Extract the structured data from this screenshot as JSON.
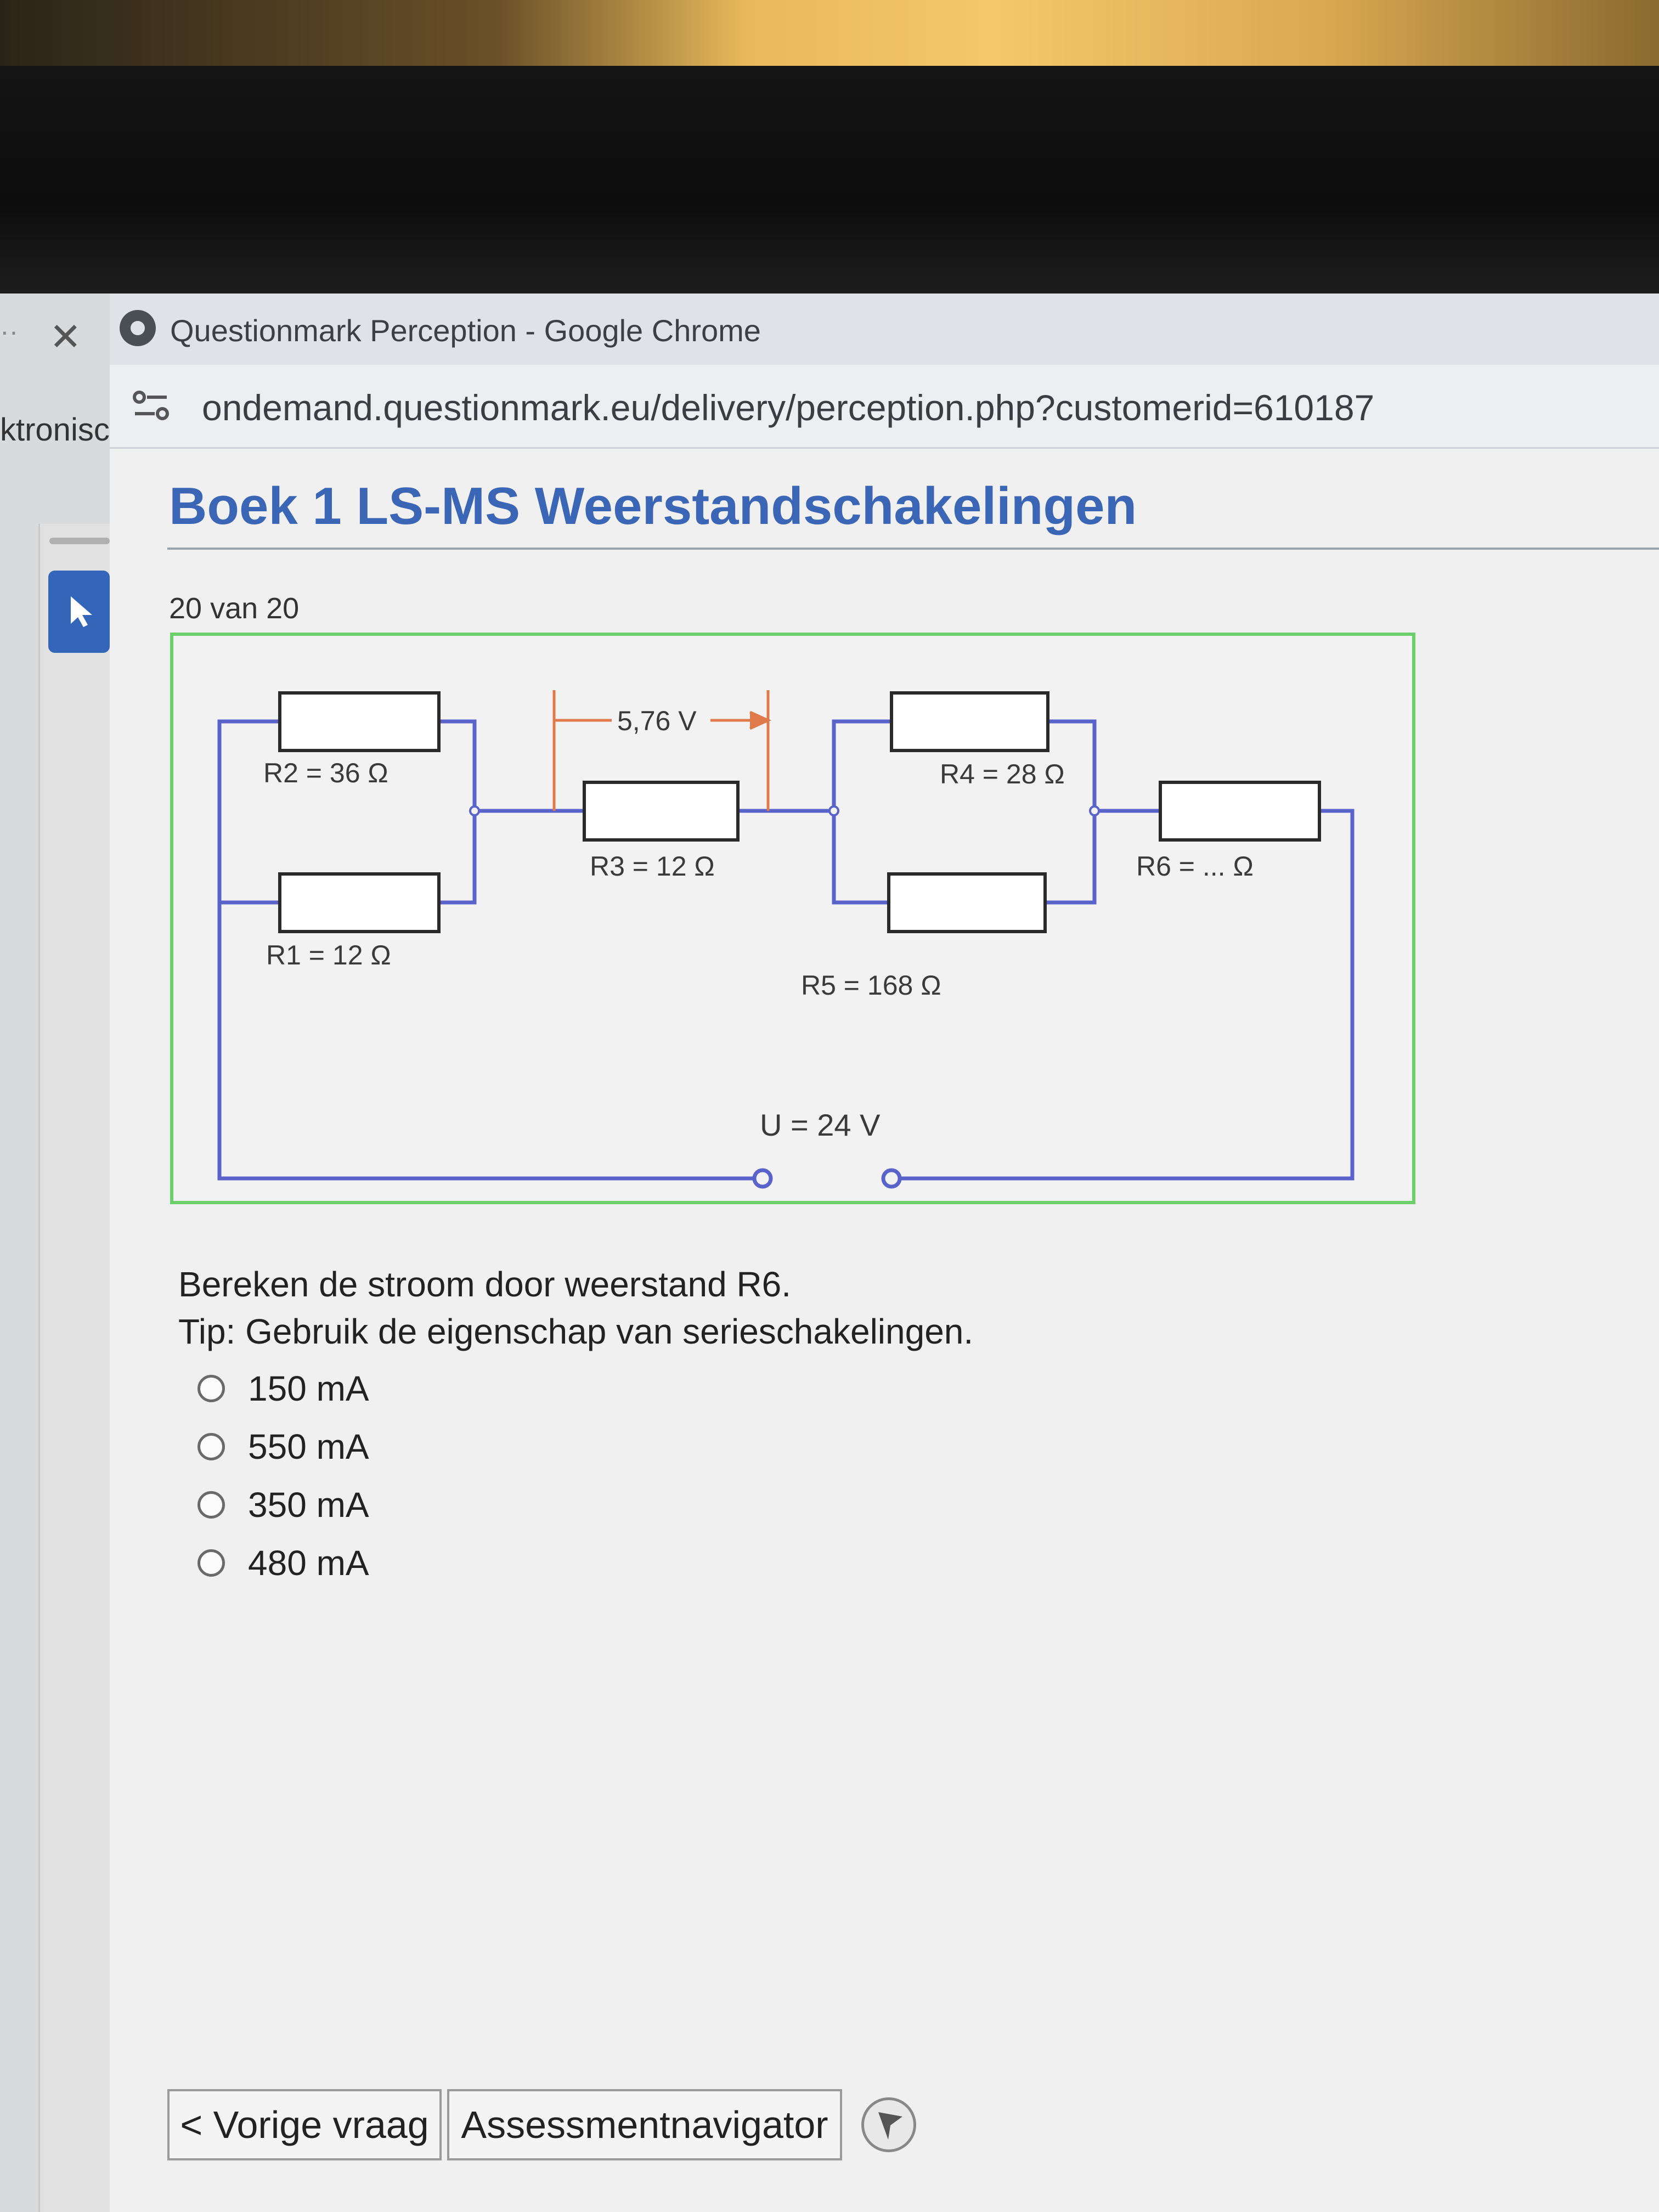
{
  "background_window": {
    "label": "ktronisc"
  },
  "browser": {
    "title": "Questionmark Perception - Google Chrome",
    "url": "ondemand.questionmark.eu/delivery/perception.php?customerid=610187"
  },
  "assessment": {
    "title": "Boek 1 LS-MS Weerstandschakelingen",
    "counter": "20  van 20"
  },
  "circuit": {
    "r1": "R1 = 12 Ω",
    "r2": "R2 = 36 Ω",
    "r3": "R3 = 12 Ω",
    "r4": "R4 = 28 Ω",
    "r5": "R5 = 168 Ω",
    "r6": "R6 = ... Ω",
    "voltage_r3": "5,76 V",
    "supply": "U = 24 V",
    "colors": {
      "wire": "#5a63c9",
      "arrow": "#e07a4a",
      "frame": "#6ccf6c"
    }
  },
  "question": {
    "line1": "Bereken de stroom door weerstand R6.",
    "line2": "Tip: Gebruik de eigenschap van serieschakelingen.",
    "options": [
      "150 mA",
      "550 mA",
      "350 mA",
      "480 mA"
    ]
  },
  "footer": {
    "prev": "< Vorige vraag",
    "navigator": "Assessmentnavigator"
  }
}
